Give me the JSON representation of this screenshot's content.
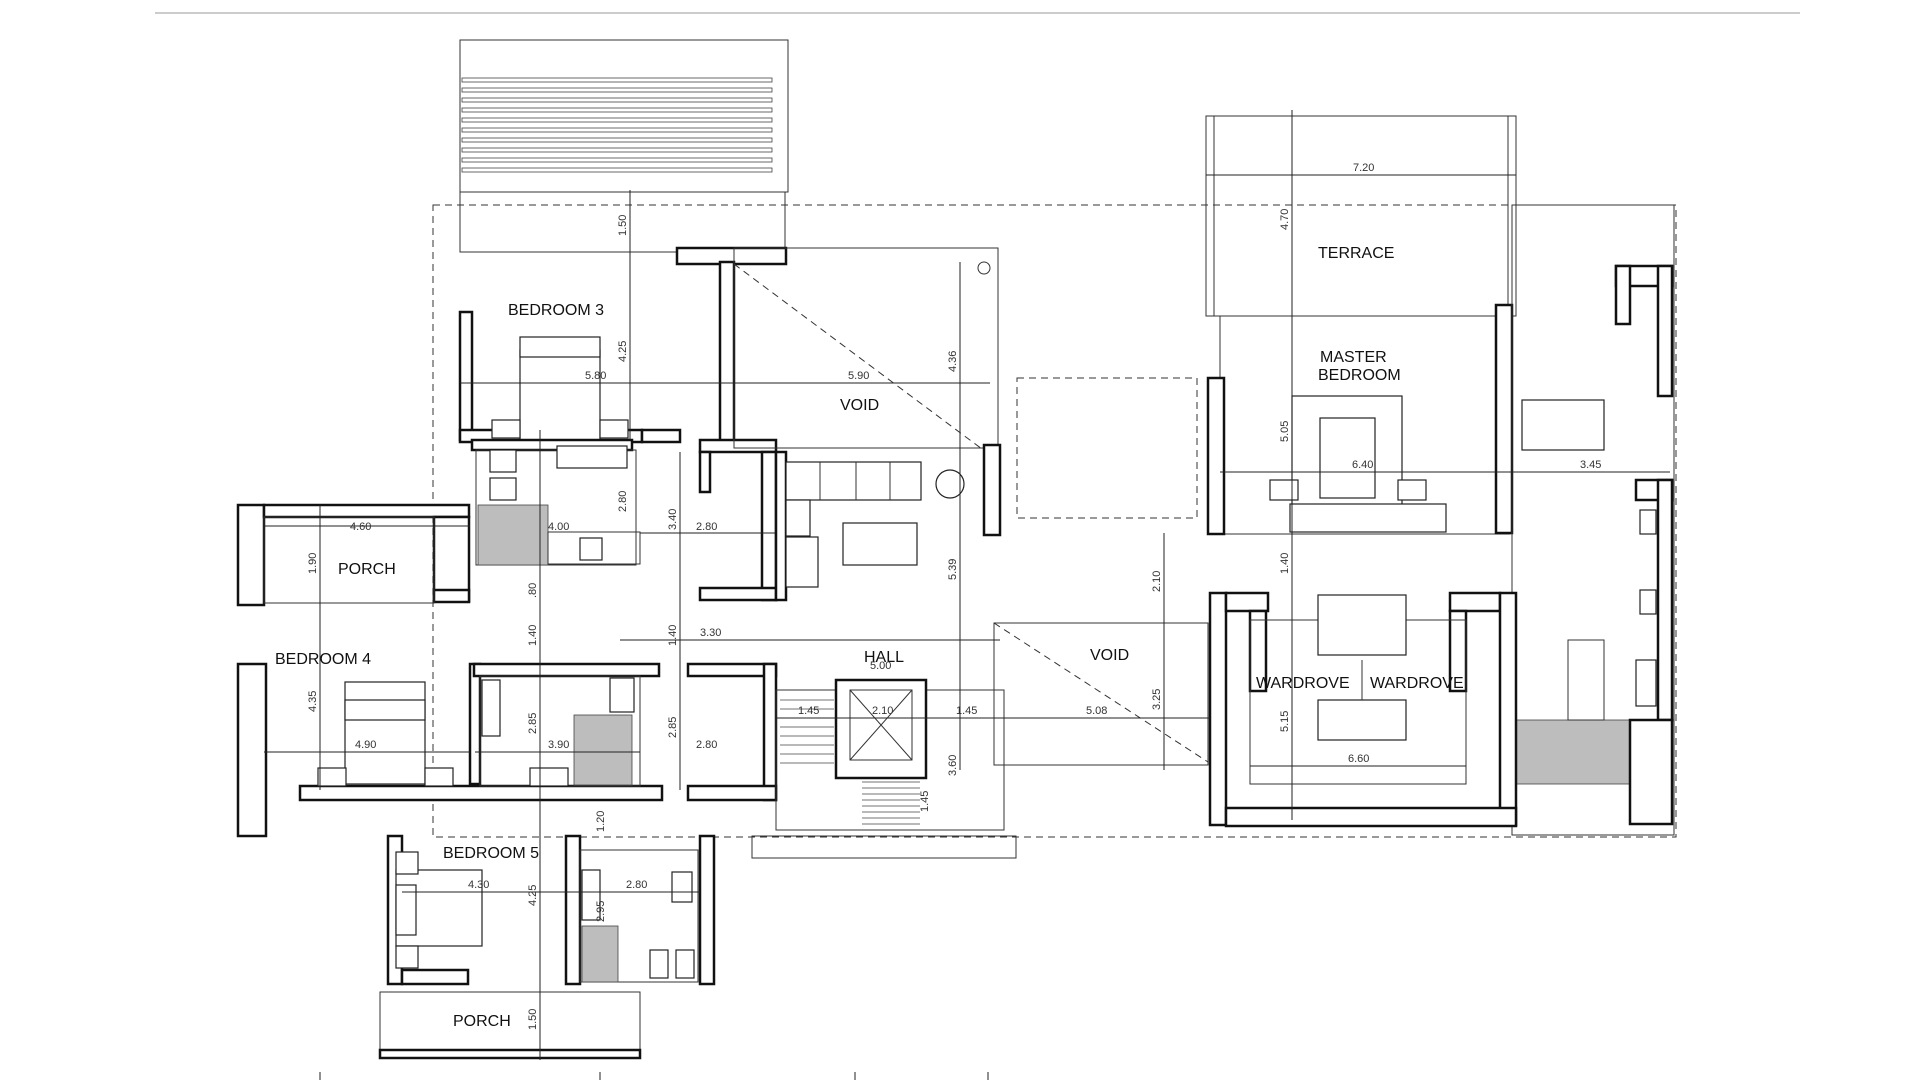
{
  "rooms": {
    "bedroom3": "BEDROOM 3",
    "void_upper": "VOID",
    "terrace": "TERRACE",
    "master_line1": "MASTER",
    "master_line2": "BEDROOM",
    "porch_left": "PORCH",
    "bedroom4": "BEDROOM 4",
    "hall": "HALL",
    "void_lower": "VOID",
    "wardrove_left": "WARDROVE",
    "wardrove_right": "WARDROVE",
    "bedroom5": "BEDROOM 5",
    "porch_bottom": "PORCH"
  },
  "dimensions": {
    "d_150_top": "1.50",
    "d_425_b3": "4.25",
    "d_580": "5.80",
    "d_590": "5.90",
    "d_436": "4.36",
    "d_720": "7.20",
    "d_470": "4.70",
    "d_505": "5.05",
    "d_640": "6.40",
    "d_345": "3.45",
    "d_460": "4.60",
    "d_190": "1.90",
    "d_400": "4.00",
    "d_280_a": "2.80",
    "d_340": "3.40",
    "d_280_b": "2.80",
    "d_080": ".80",
    "d_140_a": "1.40",
    "d_140_b": "1.40",
    "d_330": "3.30",
    "d_500": "5.00",
    "d_539": "5.39",
    "d_210_v": "2.10",
    "d_140_c": "1.40",
    "d_435": "4.35",
    "d_490": "4.90",
    "d_285_a": "2.85",
    "d_390": "3.90",
    "d_285_b": "2.85",
    "d_280_c": "2.80",
    "d_145_a": "1.45",
    "d_210_h": "2.10",
    "d_145_b": "1.45",
    "d_508": "5.08",
    "d_325": "3.25",
    "d_515": "5.15",
    "d_660": "6.60",
    "d_360": "3.60",
    "d_145_c": "1.45",
    "d_120": "1.20",
    "d_430": "4.30",
    "d_280_d": "2.80",
    "d_425_b5": "4.25",
    "d_295": "2.95",
    "d_150_bottom": "1.50"
  }
}
